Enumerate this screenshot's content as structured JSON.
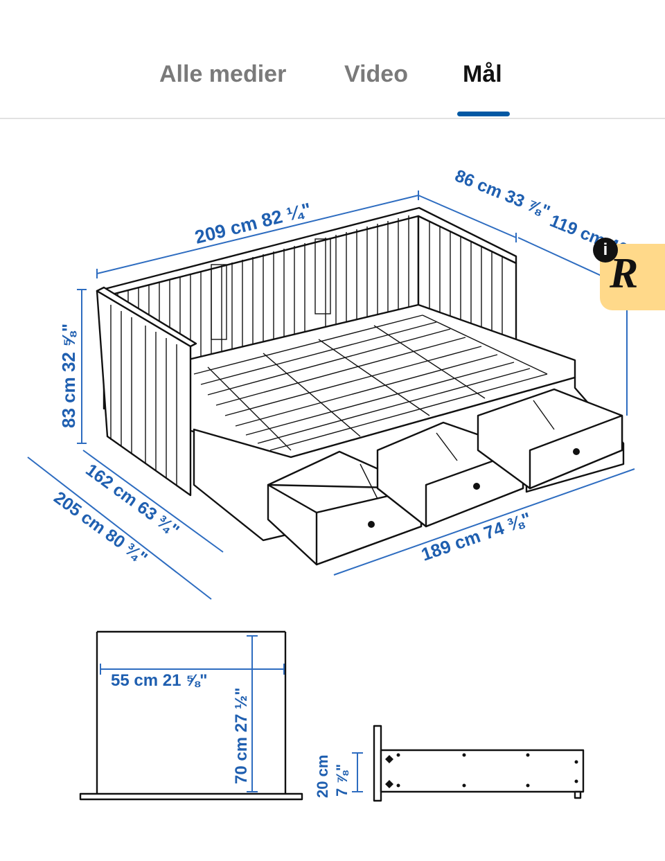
{
  "tabs": [
    {
      "label": "Alle medier",
      "active": false
    },
    {
      "label": "Video",
      "active": false
    },
    {
      "label": "Mål",
      "active": true
    }
  ],
  "accent_color": "#0058a3",
  "dimension_color": "#1f5fb0",
  "dimensions": {
    "length_total": "209 cm 82 ¼\"",
    "depth_arm": "86 cm 33 ⅞\"",
    "depth_open": "119 cm 46 ⅞\"",
    "height": "83 cm 32 ⅝\"",
    "width_closed": "162 cm 63 ¾\"",
    "width_extended": "205 cm 80 ¾\"",
    "mattress_length": "189 cm 74 ⅜\"",
    "drawer_width": "55 cm 21 ⅝\"",
    "drawer_depth": "70 cm 27 ½\"",
    "drawer_height_cm": "20 cm",
    "drawer_height_in": "7 ⅞\""
  },
  "badge": {
    "icon": "info-icon",
    "letter": "R",
    "info_glyph": "i"
  }
}
